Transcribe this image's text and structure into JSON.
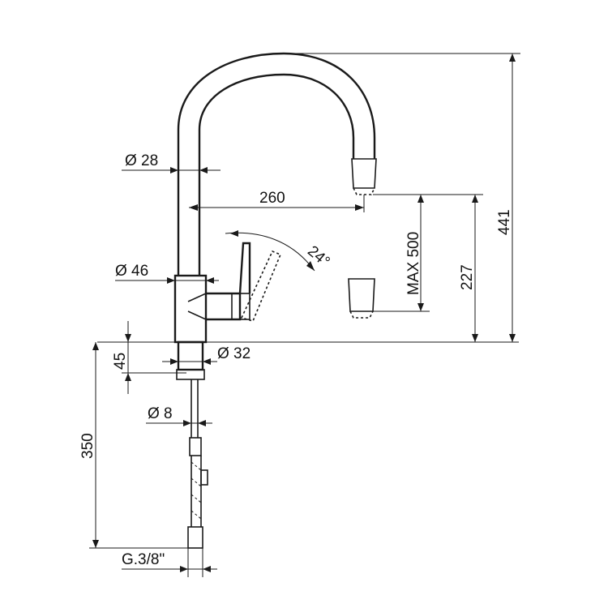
{
  "labels": {
    "d28": "Ø 28",
    "l260": "260",
    "d46": "Ø 46",
    "a24": "24°",
    "max500": "MAX 500",
    "h227": "227",
    "h441": "441",
    "h45": "45",
    "d32": "Ø 32",
    "d8": "Ø 8",
    "h350": "350",
    "g38": "G.3/8\""
  }
}
